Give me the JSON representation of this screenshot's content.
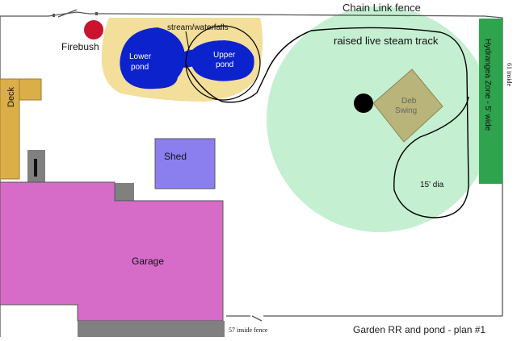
{
  "title": "Garden RR and pond - plan #1",
  "colors": {
    "lawn_circle": "#c5efd1",
    "sand": "#f3de9a",
    "pond": "#0b22cc",
    "deck": "#dcae48",
    "garage": "#d66cc8",
    "shed": "#8b7ff0",
    "swing": "#b9b479",
    "hydrangea": "#2fa34d",
    "firebush": "#c9132f",
    "gray_block": "#808080"
  },
  "labels": {
    "fence_top": "Chain Link fence",
    "firebush": "Firebush",
    "stream": "stream/waterfalls",
    "lower_pond_line1": "Lower",
    "lower_pond_line2": "pond",
    "upper_pond_line1": "Upper",
    "upper_pond_line2": "pond",
    "track": "raised live steam track",
    "swing_line1": "Deb",
    "swing_line2": "Swing",
    "hydrangea": "Hydrangea Zone - 5' wide",
    "fence_right": "61 inside",
    "deck": "Deck",
    "shed": "Shed",
    "loop_dia": "15' dia",
    "garage": "Garage",
    "fence_bottom": "57 inside fence",
    "footer": "Garden RR and pond - plan #1"
  }
}
